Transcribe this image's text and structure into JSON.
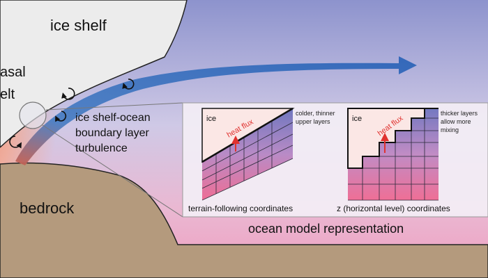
{
  "labels": {
    "ice_shelf": "ice shelf",
    "basal_melt_line1": "asal",
    "basal_melt_line2": "elt",
    "bedrock": "bedrock",
    "boundary_line1": "ice shelf-ocean",
    "boundary_line2": "boundary layer",
    "boundary_line3": "turbulence",
    "ocean_model": "ocean model representation"
  },
  "panel_left": {
    "ice": "ice",
    "heat_flux": "heat flux",
    "note_line1": "colder, thinner",
    "note_line2": "upper layers",
    "caption": "terrain-following coordinates"
  },
  "panel_right": {
    "ice": "ice",
    "heat_flux": "heat flux",
    "note_line1": "thicker layers",
    "note_line2": "allow more",
    "note_line3": "mixing",
    "caption": "z (horizontal level) coordinates"
  },
  "colors": {
    "ice": "#ececec",
    "bedrock": "#b49a7d",
    "flow_arrow": "#3f74bd",
    "heat_flux": "#e0322f",
    "ocean_top": "#8d93cd",
    "ocean_bottom": "#ee9ec0",
    "melt_glow": "#ef7a5a"
  }
}
